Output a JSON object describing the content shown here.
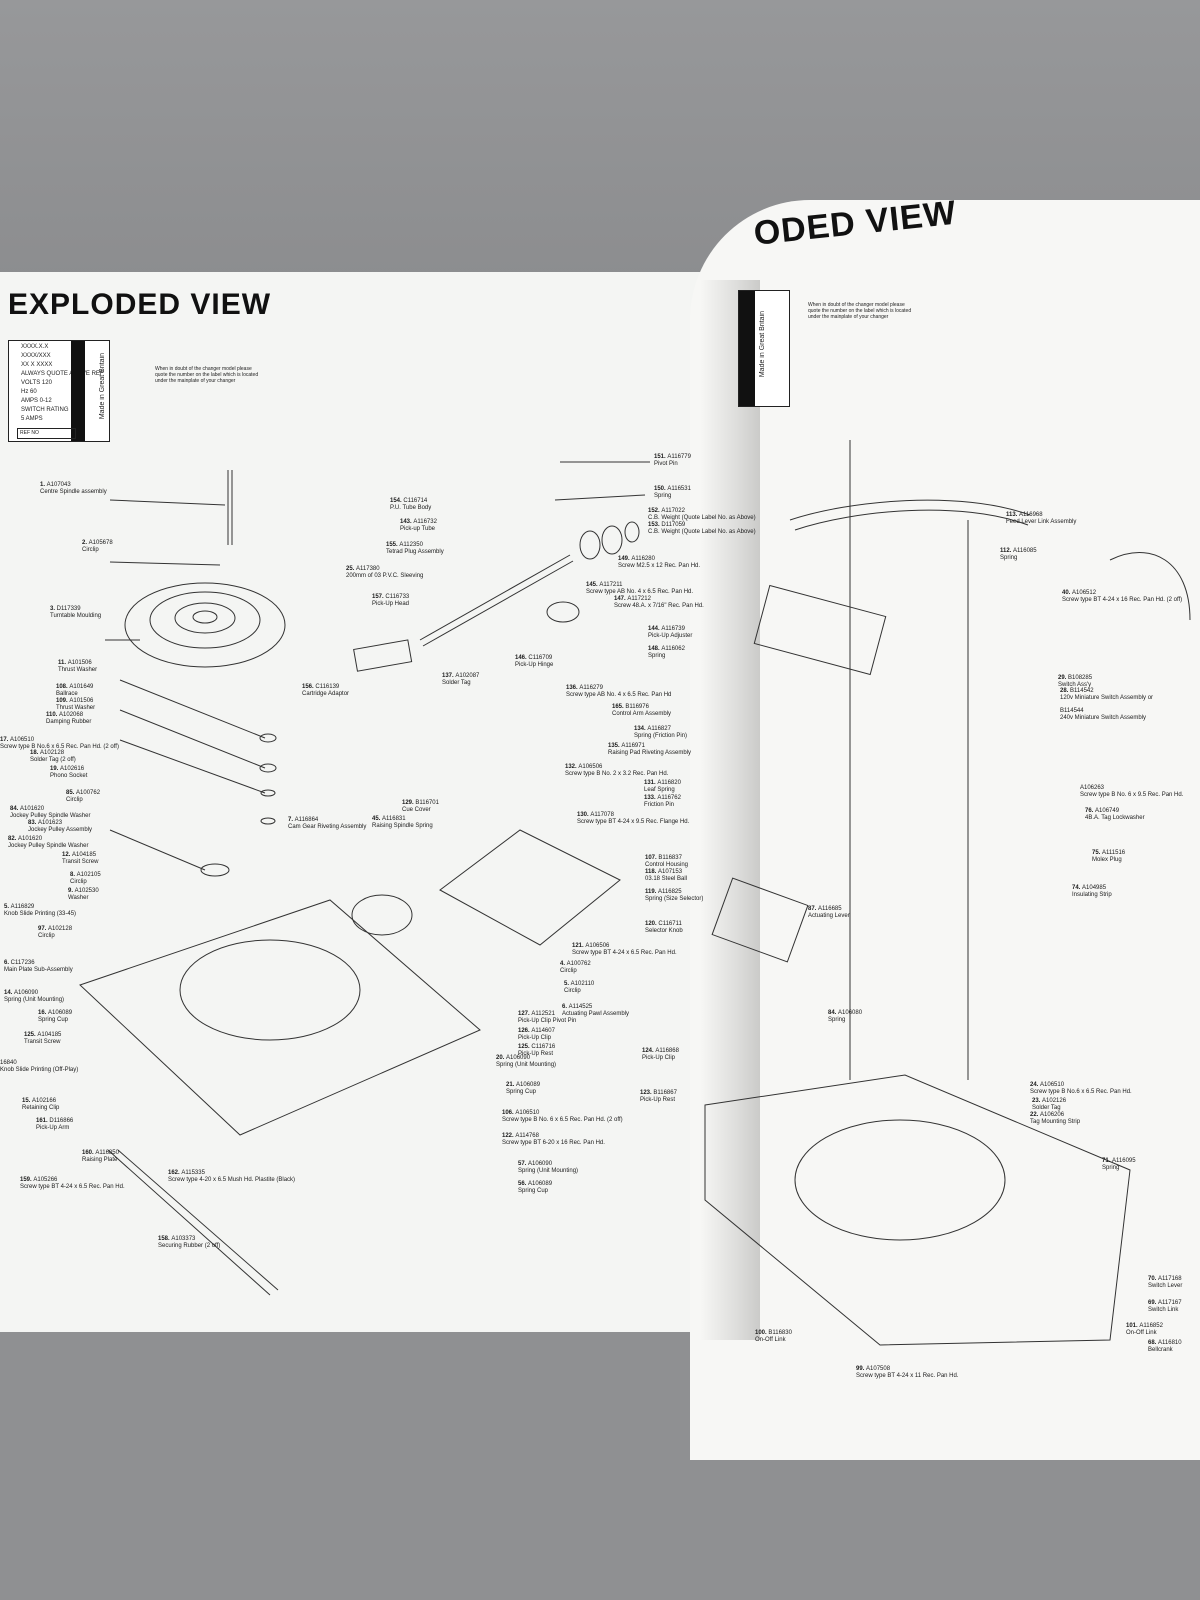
{
  "left_page": {
    "title": "EXPLODED VIEW",
    "rating_label": {
      "lines": [
        "XXXX.X.X",
        "XXXX/XXX",
        "XX X XXXX",
        "ALWAYS QUOTE ABOVE REF",
        "VOLTS 120",
        "Hz 60",
        "AMPS 0-12",
        "SWITCH RATING",
        "5 AMPS"
      ],
      "made_in": "Made in Great Britain",
      "ref_no": "REF NO"
    },
    "note": "When in doubt of the changer model please quote the number on the label which is located under the mainplate of your changer",
    "parts_left_column": [
      {
        "no": "1.",
        "code": "A107043",
        "desc": "Centre Spindle assembly"
      },
      {
        "no": "2.",
        "code": "A105678",
        "desc": "Circlip"
      },
      {
        "no": "3.",
        "code": "D117339",
        "desc": "Turntable Moulding"
      },
      {
        "no": "11.",
        "code": "A101506",
        "desc": "Thrust Washer"
      },
      {
        "no": "108.",
        "code": "A101649",
        "desc": "Ballrace"
      },
      {
        "no": "109.",
        "code": "A101506",
        "desc": "Thrust Washer"
      },
      {
        "no": "110.",
        "code": "A102068",
        "desc": "Damping Rubber"
      },
      {
        "no": "17.",
        "code": "A106510",
        "desc": "Screw type B No.6 x 6.5 Rec. Pan Hd. (2 off)"
      },
      {
        "no": "18.",
        "code": "A102128",
        "desc": "Solder Tag (2 off)"
      },
      {
        "no": "19.",
        "code": "A102616",
        "desc": "Phono Socket"
      },
      {
        "no": "85.",
        "code": "A100762",
        "desc": "Circlip"
      },
      {
        "no": "84.",
        "code": "A101620",
        "desc": "Jockey Pulley Spindle Washer"
      },
      {
        "no": "83.",
        "code": "A101623",
        "desc": "Jockey Pulley Assembly"
      },
      {
        "no": "82.",
        "code": "A101620",
        "desc": "Jockey Pulley Spindle Washer"
      },
      {
        "no": "12.",
        "code": "A104185",
        "desc": "Transit Screw"
      },
      {
        "no": "8.",
        "code": "A102105",
        "desc": "Circlip"
      },
      {
        "no": "9.",
        "code": "A102530",
        "desc": "Washer"
      },
      {
        "no": "5.",
        "code": "A116829",
        "desc": "Knob Slide Printing (33-45)"
      },
      {
        "no": "97.",
        "code": "A102128",
        "desc": "Circlip"
      },
      {
        "no": "6.",
        "code": "C117236",
        "desc": "Main Plate Sub-Assembly"
      },
      {
        "no": "14.",
        "code": "A106090",
        "desc": "Spring (Unit Mounting)"
      },
      {
        "no": "16.",
        "code": "A106089",
        "desc": "Spring Cup"
      },
      {
        "no": "125.",
        "code": "A104185",
        "desc": "Transit Screw"
      },
      {
        "no": "",
        "code": "16840",
        "desc": "Knob Slide Printing (Off-Play)"
      },
      {
        "no": "15.",
        "code": "A102166",
        "desc": "Retaining Clip"
      },
      {
        "no": "161.",
        "code": "D116866",
        "desc": "Pick-Up Arm"
      },
      {
        "no": "160.",
        "code": "A116850",
        "desc": "Raising Plate"
      },
      {
        "no": "159.",
        "code": "A105266",
        "desc": "Screw type BT 4-24 x 6.5 Rec. Pan Hd."
      },
      {
        "no": "162.",
        "code": "A115335",
        "desc": "Screw type 4-20 x 6.5 Mush Hd. Plastite (Black)"
      },
      {
        "no": "158.",
        "code": "A103373",
        "desc": "Securing Rubber (2 off)"
      }
    ],
    "parts_center_column": [
      {
        "no": "151.",
        "code": "A116779",
        "desc": "Pivot Pin"
      },
      {
        "no": "150.",
        "code": "A116531",
        "desc": "Spring"
      },
      {
        "no": "152.",
        "code": "A117022",
        "desc": "C.B. Weight (Quote Label No. as Above)"
      },
      {
        "no": "153.",
        "code": "D117059",
        "desc": "C.B. Weight (Quote Label No. as Above)"
      },
      {
        "no": "149.",
        "code": "A116280",
        "desc": "Screw M2.5 x 12 Rec. Pan Hd."
      },
      {
        "no": "154.",
        "code": "C116714",
        "desc": "P.U. Tube Body"
      },
      {
        "no": "143.",
        "code": "A116732",
        "desc": "Pick-up Tube"
      },
      {
        "no": "155.",
        "code": "A112350",
        "desc": "Tetrad Plug Assembly"
      },
      {
        "no": "25.",
        "code": "A117380",
        "desc": "200mm of 03 P.V.C. Sleeving"
      },
      {
        "no": "157.",
        "code": "C116733",
        "desc": "Pick-Up Head"
      },
      {
        "no": "145.",
        "code": "A117211",
        "desc": "Screw type AB No. 4 x 6.5 Rec. Pan Hd."
      },
      {
        "no": "147.",
        "code": "A117212",
        "desc": "Screw 48.A. x 7/16\" Rec. Pan Hd."
      },
      {
        "no": "144.",
        "code": "A116739",
        "desc": "Pick-Up Adjuster"
      },
      {
        "no": "148.",
        "code": "A116062",
        "desc": "Spring"
      },
      {
        "no": "146.",
        "code": "C116709",
        "desc": "Pick-Up Hinge"
      },
      {
        "no": "137.",
        "code": "A102087",
        "desc": "Solder Tag"
      },
      {
        "no": "156.",
        "code": "C116139",
        "desc": "Cartridge Adaptor"
      },
      {
        "no": "136.",
        "code": "A116279",
        "desc": "Screw type AB No. 4 x 6.5 Rec. Pan Hd"
      },
      {
        "no": "165.",
        "code": "B116976",
        "desc": "Control Arm Assembly"
      },
      {
        "no": "134.",
        "code": "A116827",
        "desc": "Spring (Friction Pin)"
      },
      {
        "no": "135.",
        "code": "A116971",
        "desc": "Raising Pad Riveting Assembly"
      },
      {
        "no": "132.",
        "code": "A106506",
        "desc": "Screw type B No. 2 x 3.2 Rec. Pan Hd."
      },
      {
        "no": "131.",
        "code": "A116820",
        "desc": "Leaf Spring"
      },
      {
        "no": "133.",
        "code": "A116762",
        "desc": "Friction Pin"
      },
      {
        "no": "129.",
        "code": "B116701",
        "desc": "Cue Cover"
      },
      {
        "no": "130.",
        "code": "A117078",
        "desc": "Screw type BT 4-24 x 9.5 Rec. Flange Hd."
      },
      {
        "no": "7.",
        "code": "A116864",
        "desc": "Cam Gear Riveting Assembly"
      },
      {
        "no": "45.",
        "code": "A116831",
        "desc": "Raising Spindle Spring"
      },
      {
        "no": "107.",
        "code": "B116837",
        "desc": "Control Housing"
      },
      {
        "no": "118.",
        "code": "A107153",
        "desc": "03.18 Steel Ball"
      },
      {
        "no": "119.",
        "code": "A116825",
        "desc": "Spring (Size Selector)"
      },
      {
        "no": "120.",
        "code": "C116711",
        "desc": "Selector Knob"
      },
      {
        "no": "121.",
        "code": "A106506",
        "desc": "Screw type BT 4-24 x 6.5 Rec. Pan Hd."
      },
      {
        "no": "4.",
        "code": "A100762",
        "desc": "Circlip"
      },
      {
        "no": "5.",
        "code": "A102110",
        "desc": "Circlip"
      },
      {
        "no": "6.",
        "code": "A114525",
        "desc": "Actuating Pawl Assembly"
      },
      {
        "no": "127.",
        "code": "A112521",
        "desc": "Pick-Up Clip Pivot Pin"
      },
      {
        "no": "126.",
        "code": "A114607",
        "desc": "Pick-Up Clip"
      },
      {
        "no": "125.",
        "code": "C116716",
        "desc": "Pick-Up Rest"
      },
      {
        "no": "20.",
        "code": "A106090",
        "desc": "Spring (Unit Mounting)"
      },
      {
        "no": "21.",
        "code": "A106089",
        "desc": "Spring Cup"
      },
      {
        "no": "124.",
        "code": "A116868",
        "desc": "Pick-Up Clip"
      },
      {
        "no": "123.",
        "code": "B116867",
        "desc": "Pick-Up Rest"
      },
      {
        "no": "106.",
        "code": "A106510",
        "desc": "Screw type B No. 6 x 6.5 Rec. Pan Hd. (2 off)"
      },
      {
        "no": "122.",
        "code": "A114768",
        "desc": "Screw type BT 6-20 x 16 Rec. Pan Hd."
      },
      {
        "no": "57.",
        "code": "A106090",
        "desc": "Spring (Unit Mounting)"
      },
      {
        "no": "56.",
        "code": "A106089",
        "desc": "Spring Cup"
      }
    ]
  },
  "right_page": {
    "title": "ODED VIEW",
    "made_in": "Made in Great Britain",
    "note": "When in doubt of the changer model please quote the number on the label which is located under the mainplate of your changer",
    "parts": [
      {
        "no": "113.",
        "code": "A116968",
        "desc": "Feed Lever Link Assembly"
      },
      {
        "no": "112.",
        "code": "A116085",
        "desc": "Spring"
      },
      {
        "no": "40.",
        "code": "A106512",
        "desc": "Screw type BT 4-24 x 16 Rec. Pan Hd. (2 off)"
      },
      {
        "no": "29.",
        "code": "B108285",
        "desc": "Switch Ass'y"
      },
      {
        "no": "28.",
        "code": "B114542",
        "desc": "120v Miniature Switch Assembly or"
      },
      {
        "no": "",
        "code": "B114544",
        "desc": "240v Miniature Switch Assembly"
      },
      {
        "no": "",
        "code": "A106263",
        "desc": "Screw type B No. 6 x 9.5 Rec. Pan Hd."
      },
      {
        "no": "76.",
        "code": "A106749",
        "desc": "4B.A. Tag Lockwasher"
      },
      {
        "no": "75.",
        "code": "A111516",
        "desc": "Molex Plug"
      },
      {
        "no": "74.",
        "code": "A104985",
        "desc": "Insulating Strip"
      },
      {
        "no": "87.",
        "code": "A116685",
        "desc": "Actuating Lever"
      },
      {
        "no": "84.",
        "code": "A106080",
        "desc": "Spring"
      },
      {
        "no": "24.",
        "code": "A106510",
        "desc": "Screw type B No.6 x 6.5 Rec. Pan Hd."
      },
      {
        "no": "23.",
        "code": "A102126",
        "desc": "Solder Tag"
      },
      {
        "no": "22.",
        "code": "A106206",
        "desc": "Tag Mounting Strip"
      },
      {
        "no": "71.",
        "code": "A116095",
        "desc": "Spring"
      },
      {
        "no": "70.",
        "code": "A117168",
        "desc": "Switch Lever"
      },
      {
        "no": "69.",
        "code": "A117167",
        "desc": "Switch Link"
      },
      {
        "no": "101.",
        "code": "A116852",
        "desc": "On-Off Link"
      },
      {
        "no": "68.",
        "code": "A116810",
        "desc": "Bellcrank"
      },
      {
        "no": "100.",
        "code": "B116830",
        "desc": "On-Off Link"
      },
      {
        "no": "99.",
        "code": "A107508",
        "desc": "Screw type BT 4-24 x 11 Rec. Pan Hd."
      }
    ]
  }
}
